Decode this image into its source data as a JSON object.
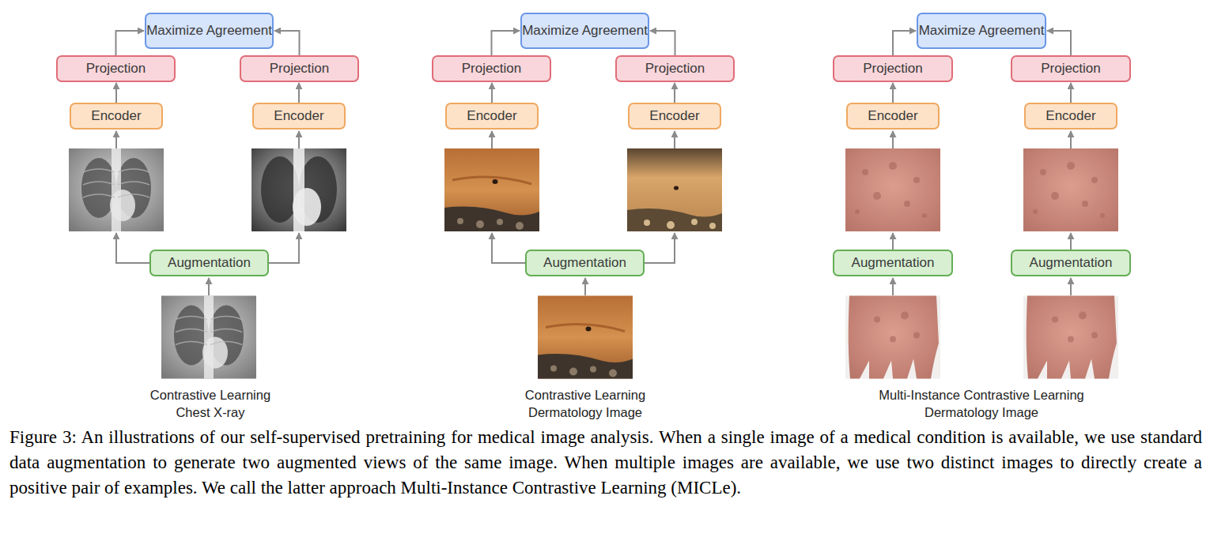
{
  "diagram": {
    "caption": "Figure 3: An illustrations of our self-supervised pretraining for medical image analysis. When a single image of a medical condition is available, we use standard data augmentation to generate two augmented views of the same image. When multiple images are available, we use two distinct images to directly create a positive pair of examples. We call the latter approach Multi-Instance Contrastive Learning (MICLe).",
    "nodes": [
      {
        "text": [
          "Maximize Agreement"
        ]
      },
      {
        "text": [
          "Projection"
        ]
      },
      {
        "text": [
          "Projection"
        ]
      },
      {
        "text": [
          "Encoder"
        ]
      },
      {
        "text": [
          "Encoder"
        ]
      },
      {
        "text": [
          "Augmentation"
        ]
      },
      {
        "text": [
          "Maximize Agreement"
        ]
      },
      {
        "text": [
          "Projection"
        ]
      },
      {
        "text": [
          "Projection"
        ]
      },
      {
        "text": [
          "Encoder"
        ]
      },
      {
        "text": [
          "Encoder"
        ]
      },
      {
        "text": [
          "Augmentation"
        ]
      },
      {
        "text": [
          "Maximize Agreement"
        ]
      },
      {
        "text": [
          "Projection"
        ]
      },
      {
        "text": [
          "Projection"
        ]
      },
      {
        "text": [
          "Encoder"
        ]
      },
      {
        "text": [
          "Encoder"
        ]
      },
      {
        "text": [
          "Augmentation"
        ]
      },
      {
        "text": [
          "Augmentation"
        ]
      }
    ],
    "edges": [
      {
        "from": 3,
        "to": 1,
        "arrow": "to"
      },
      {
        "from": 4,
        "to": 2,
        "arrow": "to"
      },
      {
        "from": 1,
        "to": 0,
        "arrow": "to"
      },
      {
        "from": 2,
        "to": 0,
        "arrow": "to"
      },
      {
        "from": 9,
        "to": 7,
        "arrow": "to"
      },
      {
        "from": 10,
        "to": 8,
        "arrow": "to"
      },
      {
        "from": 7,
        "to": 6,
        "arrow": "to"
      },
      {
        "from": 8,
        "to": 6,
        "arrow": "to"
      },
      {
        "from": 15,
        "to": 13,
        "arrow": "to"
      },
      {
        "from": 16,
        "to": 14,
        "arrow": "to"
      },
      {
        "from": 13,
        "to": 12,
        "arrow": "to"
      },
      {
        "from": 14,
        "to": 12,
        "arrow": "to"
      }
    ],
    "labels": [
      "Contrastive Learning",
      "Chest X-ray",
      "Contrastive Learning",
      "Dermatology Image",
      "Multi-Instance Contrastive Learning",
      "Dermatology Image"
    ]
  }
}
